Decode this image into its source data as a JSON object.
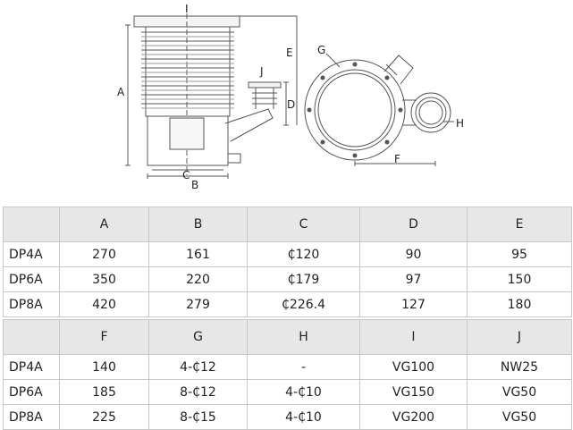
{
  "drawing": {
    "labels": {
      "A": "A",
      "B": "B",
      "C": "C",
      "D": "D",
      "E": "E",
      "F": "F",
      "G": "G",
      "H": "H",
      "I": "I",
      "J": "J"
    }
  },
  "table": {
    "header1": [
      "",
      "A",
      "B",
      "C",
      "D",
      "E"
    ],
    "rows1": [
      [
        "DP4A",
        "270",
        "161",
        "₵120",
        "90",
        "95"
      ],
      [
        "DP6A",
        "350",
        "220",
        "₵179",
        "97",
        "150"
      ],
      [
        "DP8A",
        "420",
        "279",
        "₵226.4",
        "127",
        "180"
      ]
    ],
    "header2": [
      "",
      "F",
      "G",
      "H",
      "I",
      "J"
    ],
    "rows2": [
      [
        "DP4A",
        "140",
        "4-₵12",
        "-",
        "VG100",
        "NW25"
      ],
      [
        "DP6A",
        "185",
        "8-₵12",
        "4-₵10",
        "VG150",
        "VG50"
      ],
      [
        "DP8A",
        "225",
        "8-₵15",
        "4-₵10",
        "VG200",
        "VG50"
      ]
    ]
  }
}
